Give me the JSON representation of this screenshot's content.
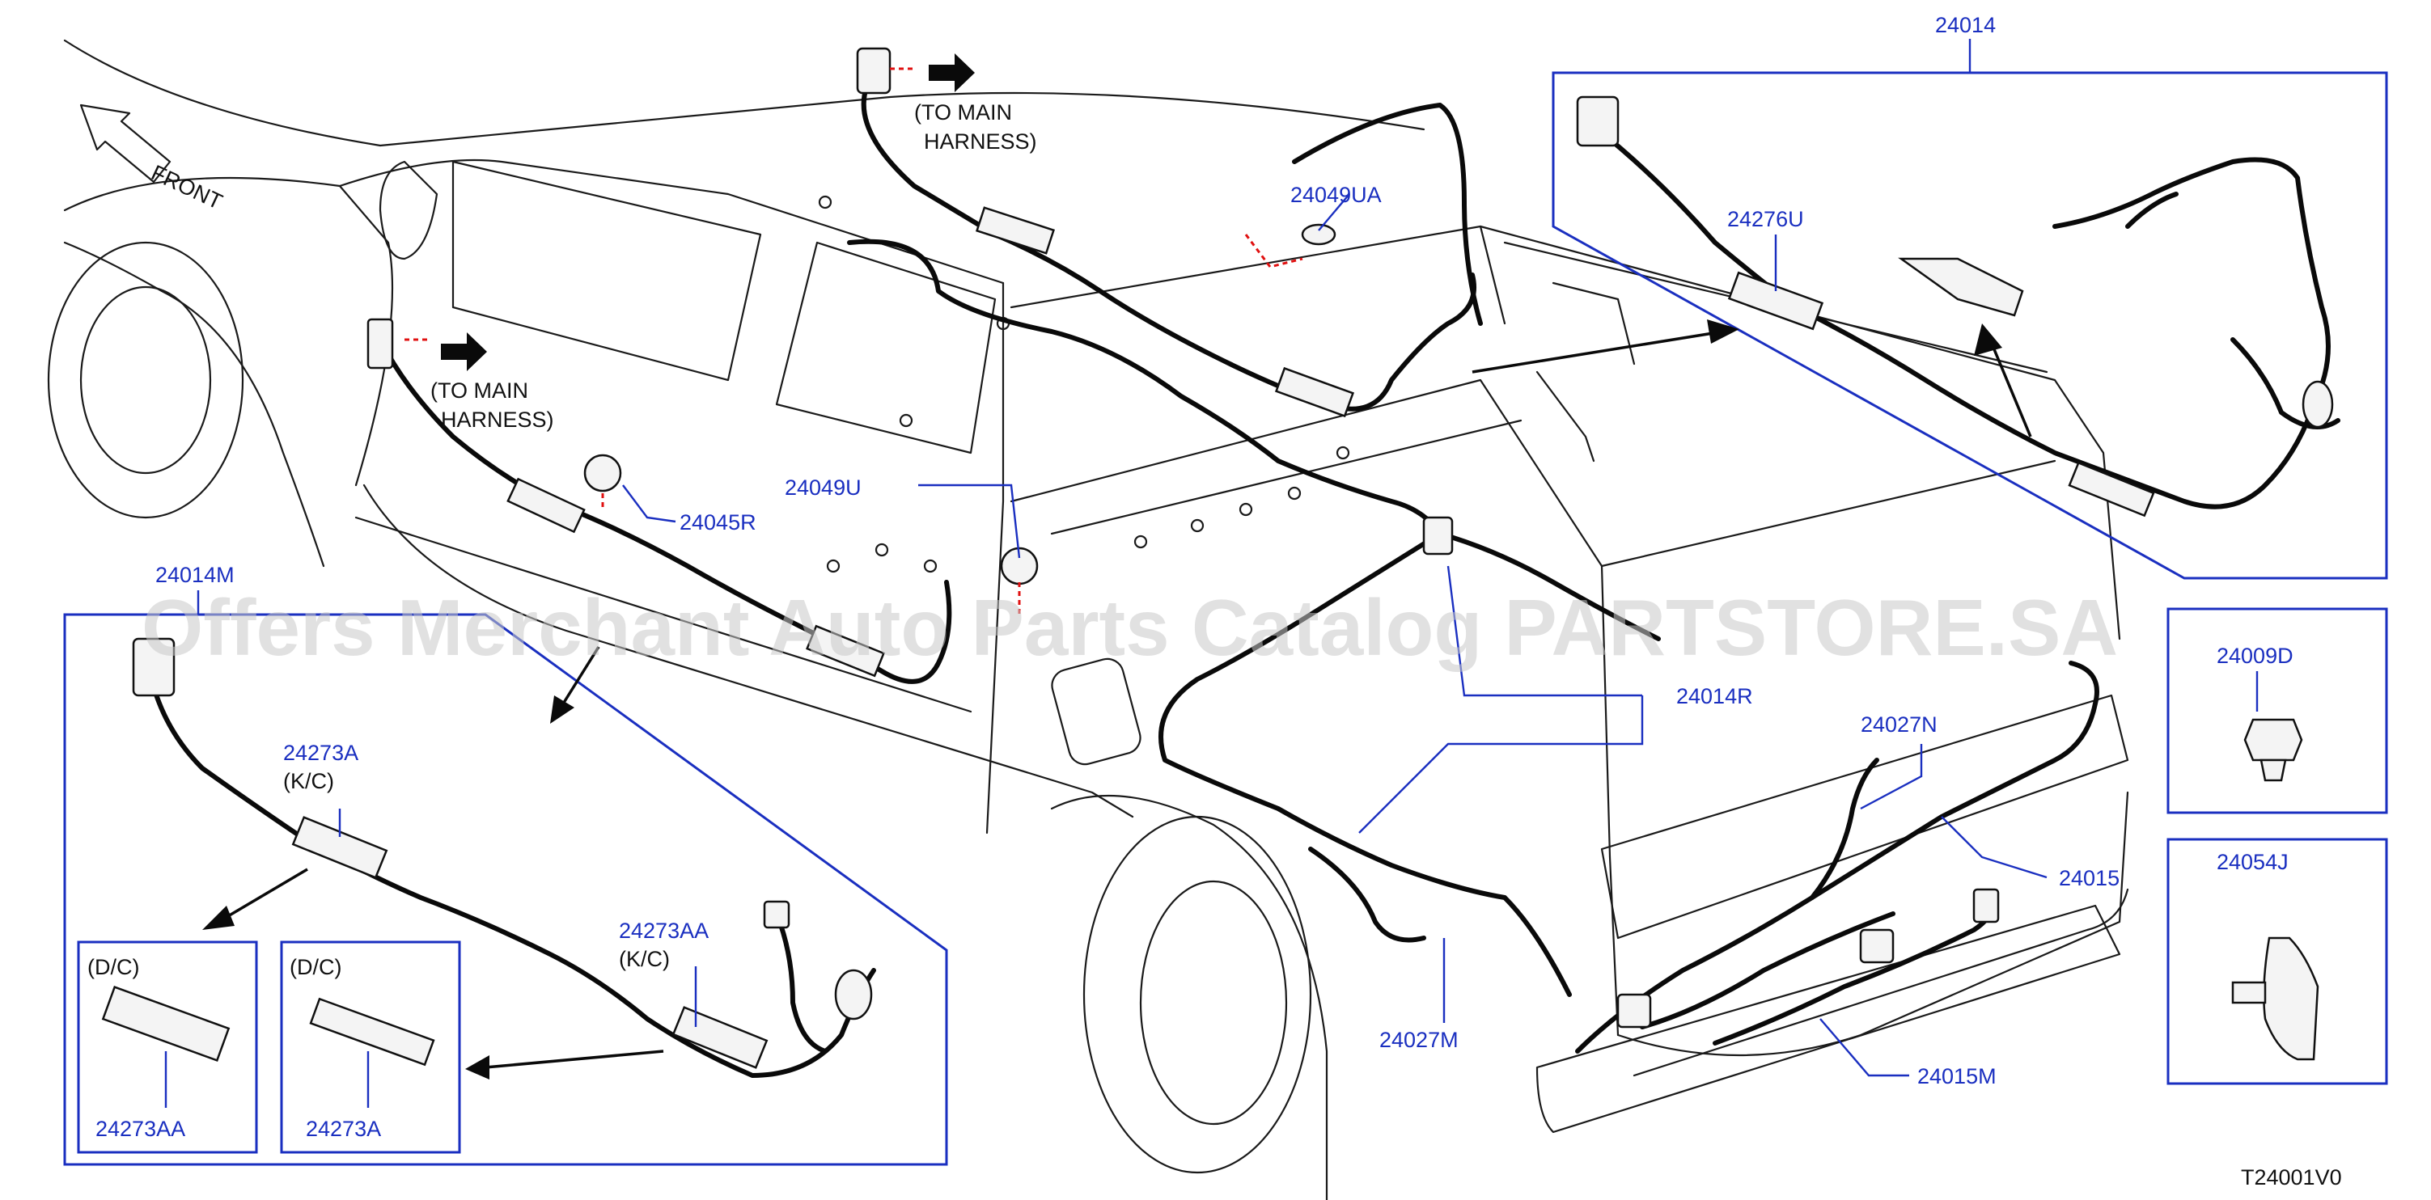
{
  "labels": {
    "l24014": "24014",
    "l24276U": "24276U",
    "l24049UA": "24049UA",
    "l24045R": "24045R",
    "l24049U": "24049U",
    "l24014M": "24014M",
    "l24273A_main": "24273A",
    "kc1": "(K/C)",
    "l24273AA_main": "24273AA",
    "kc2": "(K/C)",
    "dc1": "(D/C)",
    "dc2": "(D/C)",
    "l24273AA_box": "24273AA",
    "l24273A_box": "24273A",
    "l24014R": "24014R",
    "l24027N": "24027N",
    "l24015": "24015",
    "l24027M": "24027M",
    "l24015M": "24015M",
    "l24009D": "24009D",
    "l24054J": "24054J"
  },
  "notes": {
    "to_main_1a": "(TO   MAIN",
    "to_main_1b": "HARNESS)",
    "to_main_2a": "(TO   MAIN",
    "to_main_2b": "HARNESS)",
    "front": "FRONT"
  },
  "watermark": "Offers Merchant Auto Parts Catalog PARTSTORE.SA",
  "diagram_code": "T24001V0",
  "colors": {
    "label": "#1a2fc0",
    "leader": "#1a2fc0",
    "harness": "#0a0a0a",
    "clip_mark": "#e01010"
  }
}
